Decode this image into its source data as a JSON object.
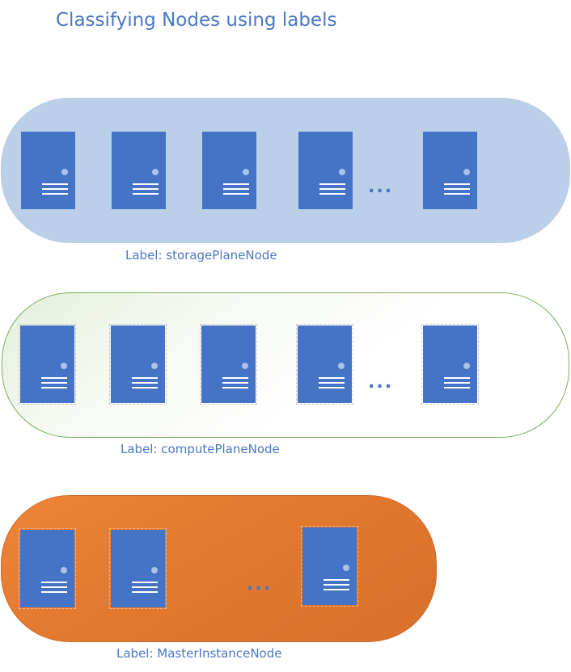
{
  "title": "Classifying Nodes using labels",
  "groups": [
    {
      "id": "storage",
      "label": "Label: storagePlaneNode",
      "fill": "#bccfe8",
      "node_count_shown": 5,
      "ellipsis": "..."
    },
    {
      "id": "compute",
      "label": "Label: computePlaneNode",
      "border": "#7ab05c",
      "node_count_shown": 5,
      "ellipsis": "..."
    },
    {
      "id": "master",
      "label": "Label: MasterInstanceNode",
      "fill": "#e47a2f",
      "node_count_shown": 3,
      "ellipsis": "..."
    }
  ],
  "colors": {
    "server": "#4574c6",
    "text": "#4a78c2"
  },
  "icons": {
    "node": "server-icon"
  }
}
